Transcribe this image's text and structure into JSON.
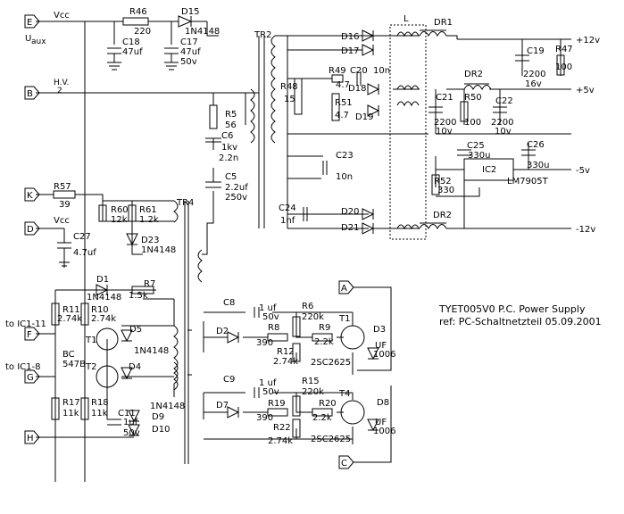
{
  "title_block": {
    "title": "TYET005V0 P.C. Power Supply",
    "ref": "ref: PC-Schaltnetzteil 05.09.2001"
  },
  "ports": {
    "E": "E",
    "B": "B",
    "K": "K",
    "D": "D",
    "F": "F",
    "G": "G",
    "H": "H",
    "A": "A",
    "C": "C"
  },
  "labels": {
    "vcc_top": "Vcc",
    "uaux": "U",
    "uaux_sub": "aux",
    "hv_num": "H.V.",
    "hv_den": "2",
    "vcc_mid": "Vcc",
    "to_ic1_11": "to IC1-11",
    "to_ic1_8": "to IC1-8",
    "bc547b_a": "BC",
    "bc547b_b": "547B"
  },
  "outputs": {
    "p12": "+12v",
    "p5": "+5v",
    "m5": "-5v",
    "m12": "-12v"
  },
  "components": {
    "R46": "R46",
    "R46v": "220",
    "D15": "D15",
    "D15v": "1N4148",
    "C18": "C18",
    "C18v": "47uf",
    "C17": "C17",
    "C17a": "47uf",
    "C17b": "50v",
    "TR2": "TR2",
    "D16": "D16",
    "D17": "D17",
    "L": "L",
    "DR1": "DR1",
    "C19": "C19",
    "C19a": "2200",
    "C19b": "16v",
    "R47": "R47",
    "R47v": "100",
    "R49": "R49",
    "R49v": "4.7",
    "C20": "C20",
    "C20v": "10n",
    "D18": "D18",
    "D19": "D19",
    "R48": "R48",
    "R48v": "15",
    "R51": "R51",
    "R51v": "4.7",
    "DR2a": "DR2",
    "C21": "C21",
    "C21a": "2200",
    "C21b": "10v",
    "R50": "R50",
    "R50v": "100",
    "C22": "C22",
    "C22a": "2200",
    "C22b": "10v",
    "C25": "C25",
    "C25v": "330u",
    "C26": "C26",
    "C26v": "330u",
    "IC2": "IC2",
    "LM7905T": "LM7905T",
    "R52": "R52",
    "R52v": "330",
    "R5": "R5",
    "R5v": "56",
    "C6": "C6",
    "C6a": "1kv",
    "C6b": "2.2n",
    "C5": "C5",
    "C5a": "2.2uf",
    "C5b": "250v",
    "C23": "C23",
    "C23v": "10n",
    "C24": "C24",
    "C24v": "1nf",
    "D20": "D20",
    "D21": "D21",
    "DR2b": "DR2",
    "R57": "R57",
    "R57v": "39",
    "R60": "R60",
    "R60v": "12k",
    "R61": "R61",
    "R61v": "1.2k",
    "TR4": "TR4",
    "D23": "D23",
    "D23v": "1N4148",
    "C27": "C27",
    "C27v": "4.7uf",
    "D1": "D1",
    "D1v": "1N4148",
    "R7": "R7",
    "R7v": "1.5k",
    "R11": "R11",
    "R11v": "2.74k",
    "R10": "R10",
    "R10v": "2.74k",
    "T1a": "T1",
    "D5": "D5",
    "D5v": "1N4148",
    "T2": "T2",
    "D4": "D4",
    "R17": "R17",
    "R17v": "11k",
    "R18": "R18",
    "R18v": "11k",
    "C11": "C11",
    "C11a": "1uf",
    "C11b": "50v",
    "D9": "D9",
    "D9v": "1N4148",
    "D10": "D10",
    "C8": "C8",
    "C8a": "1 uf",
    "C8b": "50v",
    "D2": "D2",
    "R8": "R8",
    "R8v": "390",
    "R6": "R6",
    "R6v": "220k",
    "R9": "R9",
    "R9v": "2.2k",
    "R12": "R12",
    "R12v": "2.74k",
    "T1b": "T1",
    "D3": "D3",
    "D3a": "UF",
    "D3b": "1006",
    "sc1": "2SC2625",
    "C9": "C9",
    "C9a": "1 uf",
    "C9b": "50v",
    "D7": "D7",
    "R19": "R19",
    "R19v": "390",
    "R15": "R15",
    "R15v": "220k",
    "R20": "R20",
    "R20v": "2.2k",
    "R22": "R22",
    "R22v": "2.74k",
    "T4": "T4",
    "D8": "D8",
    "D8a": "UF",
    "D8b": "1006",
    "sc2": "2SC2625"
  }
}
